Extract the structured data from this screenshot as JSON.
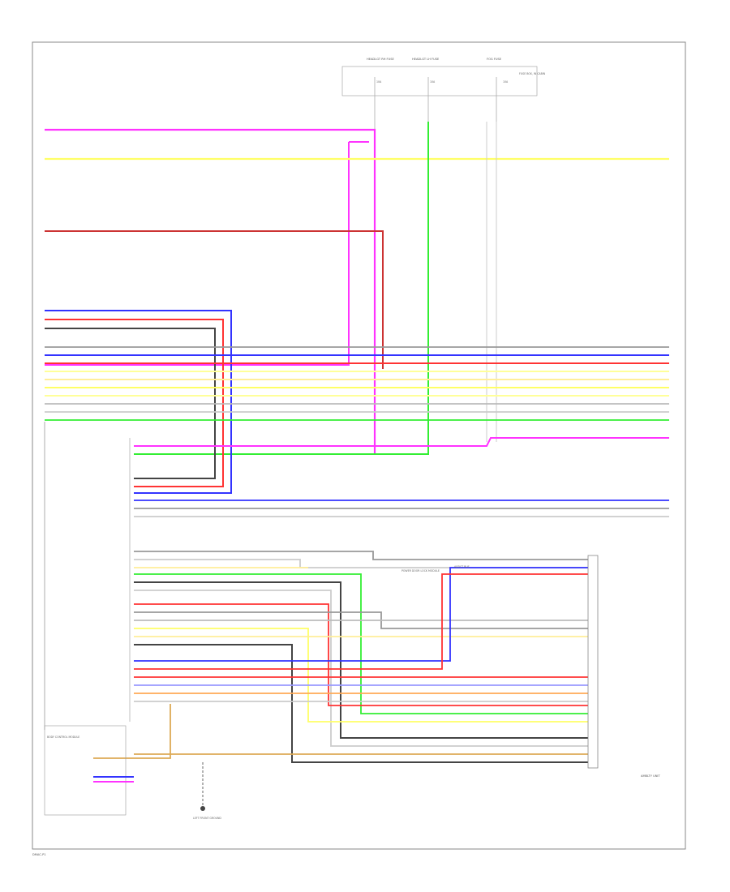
{
  "diagram": {
    "bottom_left_code": "DMAC-P1",
    "bottom_right_code": "AMBLTY UNIT",
    "fuses": [
      {
        "label": "HEADLGT RH FUSE",
        "rating": "10A"
      },
      {
        "label": "HEADLGT LH FUSE",
        "rating": "10A"
      },
      {
        "label": "FOG FUSE",
        "rating": "10A"
      }
    ],
    "fuse_box_note": "FUSE BOX, IN CABIN",
    "wire_colors": {
      "pink": "#ff33ff",
      "yellow": "#ffff66",
      "red": "#ff3333",
      "darkred": "#cc3333",
      "blue": "#3333ff",
      "green": "#33ee33",
      "gray": "#999999",
      "black": "#444444",
      "tan": "#ddaa55",
      "orange": "#ffaa55",
      "ltgreen": "#99ff99",
      "ltblue": "#9999ff"
    },
    "connector_texts": {
      "ground_caption": "LEFT FRONT GROUND",
      "module_caption": "POWER DOOR LOCK MODULE",
      "bottom_module_caption": "BODY CONTROL MODULE",
      "module_note": "ASSIST BUS"
    }
  }
}
